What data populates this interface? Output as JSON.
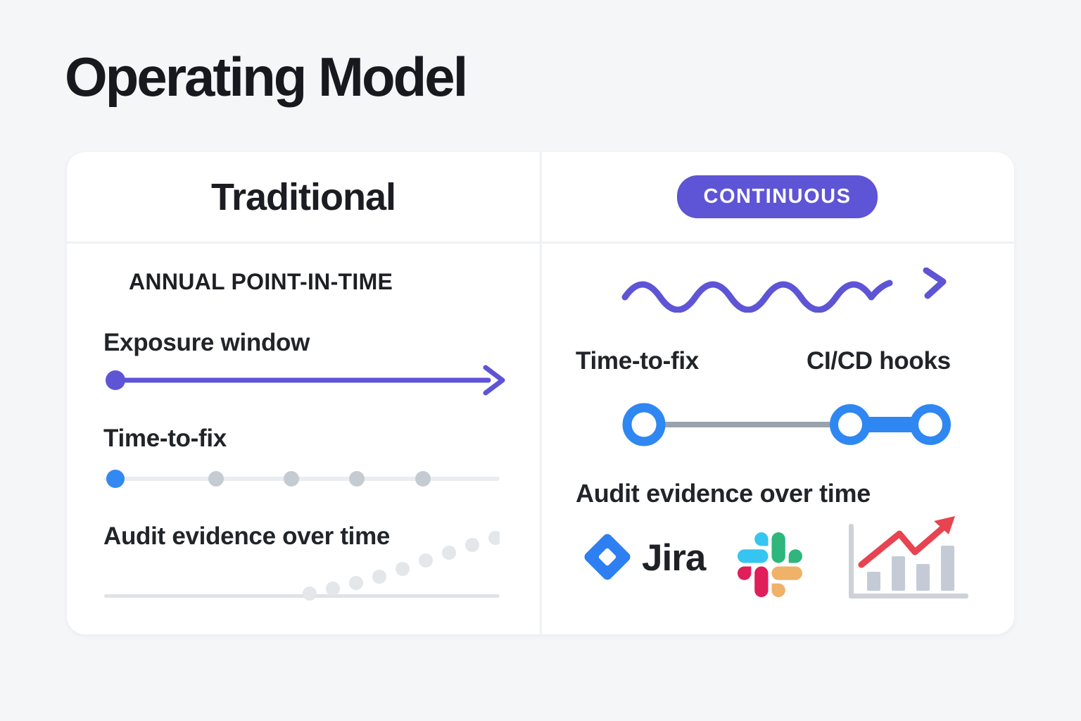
{
  "title": "Operating Model",
  "columns": {
    "traditional": {
      "header": "Traditional",
      "approach_label": "ANNUAL POINT-IN-TIME",
      "exposure_label": "Exposure window",
      "ttf_label": "Time-to-fix",
      "audit_label": "Audit evidence over time"
    },
    "continuous": {
      "badge": "CONTINUOUS",
      "ttf_label": "Time-to-fix",
      "cicd_label": "CI/CD hooks",
      "audit_label": "Audit evidence over time",
      "jira_label": "Jira"
    }
  },
  "icons": {
    "exposure-arrow-icon": "long right arrow with start dot",
    "timeline-dots-icon": "slider track with one active and four muted dots",
    "rising-dots-icon": "baseline with dotted curve rising to the right",
    "wavy-arrow-icon": "continuous wavy right arrow",
    "link-connector-icon": "open circle linked to a dumbbell of two circles",
    "jira-icon": "blue diamond logo",
    "slack-icon": "four-color pinwheel logo",
    "trend-chart-icon": "bar chart with rising red arrow"
  },
  "colors": {
    "background": "#f4f6f8",
    "card": "#ffffff",
    "text_primary": "#17191e",
    "accent_purple": "#5e54d6",
    "accent_blue": "#2f87f1",
    "muted_gray": "#c5cbd2",
    "connector_gray": "#9aa3ac",
    "chart_red": "#e84350",
    "jira_blue": "#2d7ff2",
    "slack_cyan": "#36C5F0",
    "slack_green": "#2EB67D",
    "slack_red": "#E01E5A",
    "slack_orange": "#F0B168"
  }
}
